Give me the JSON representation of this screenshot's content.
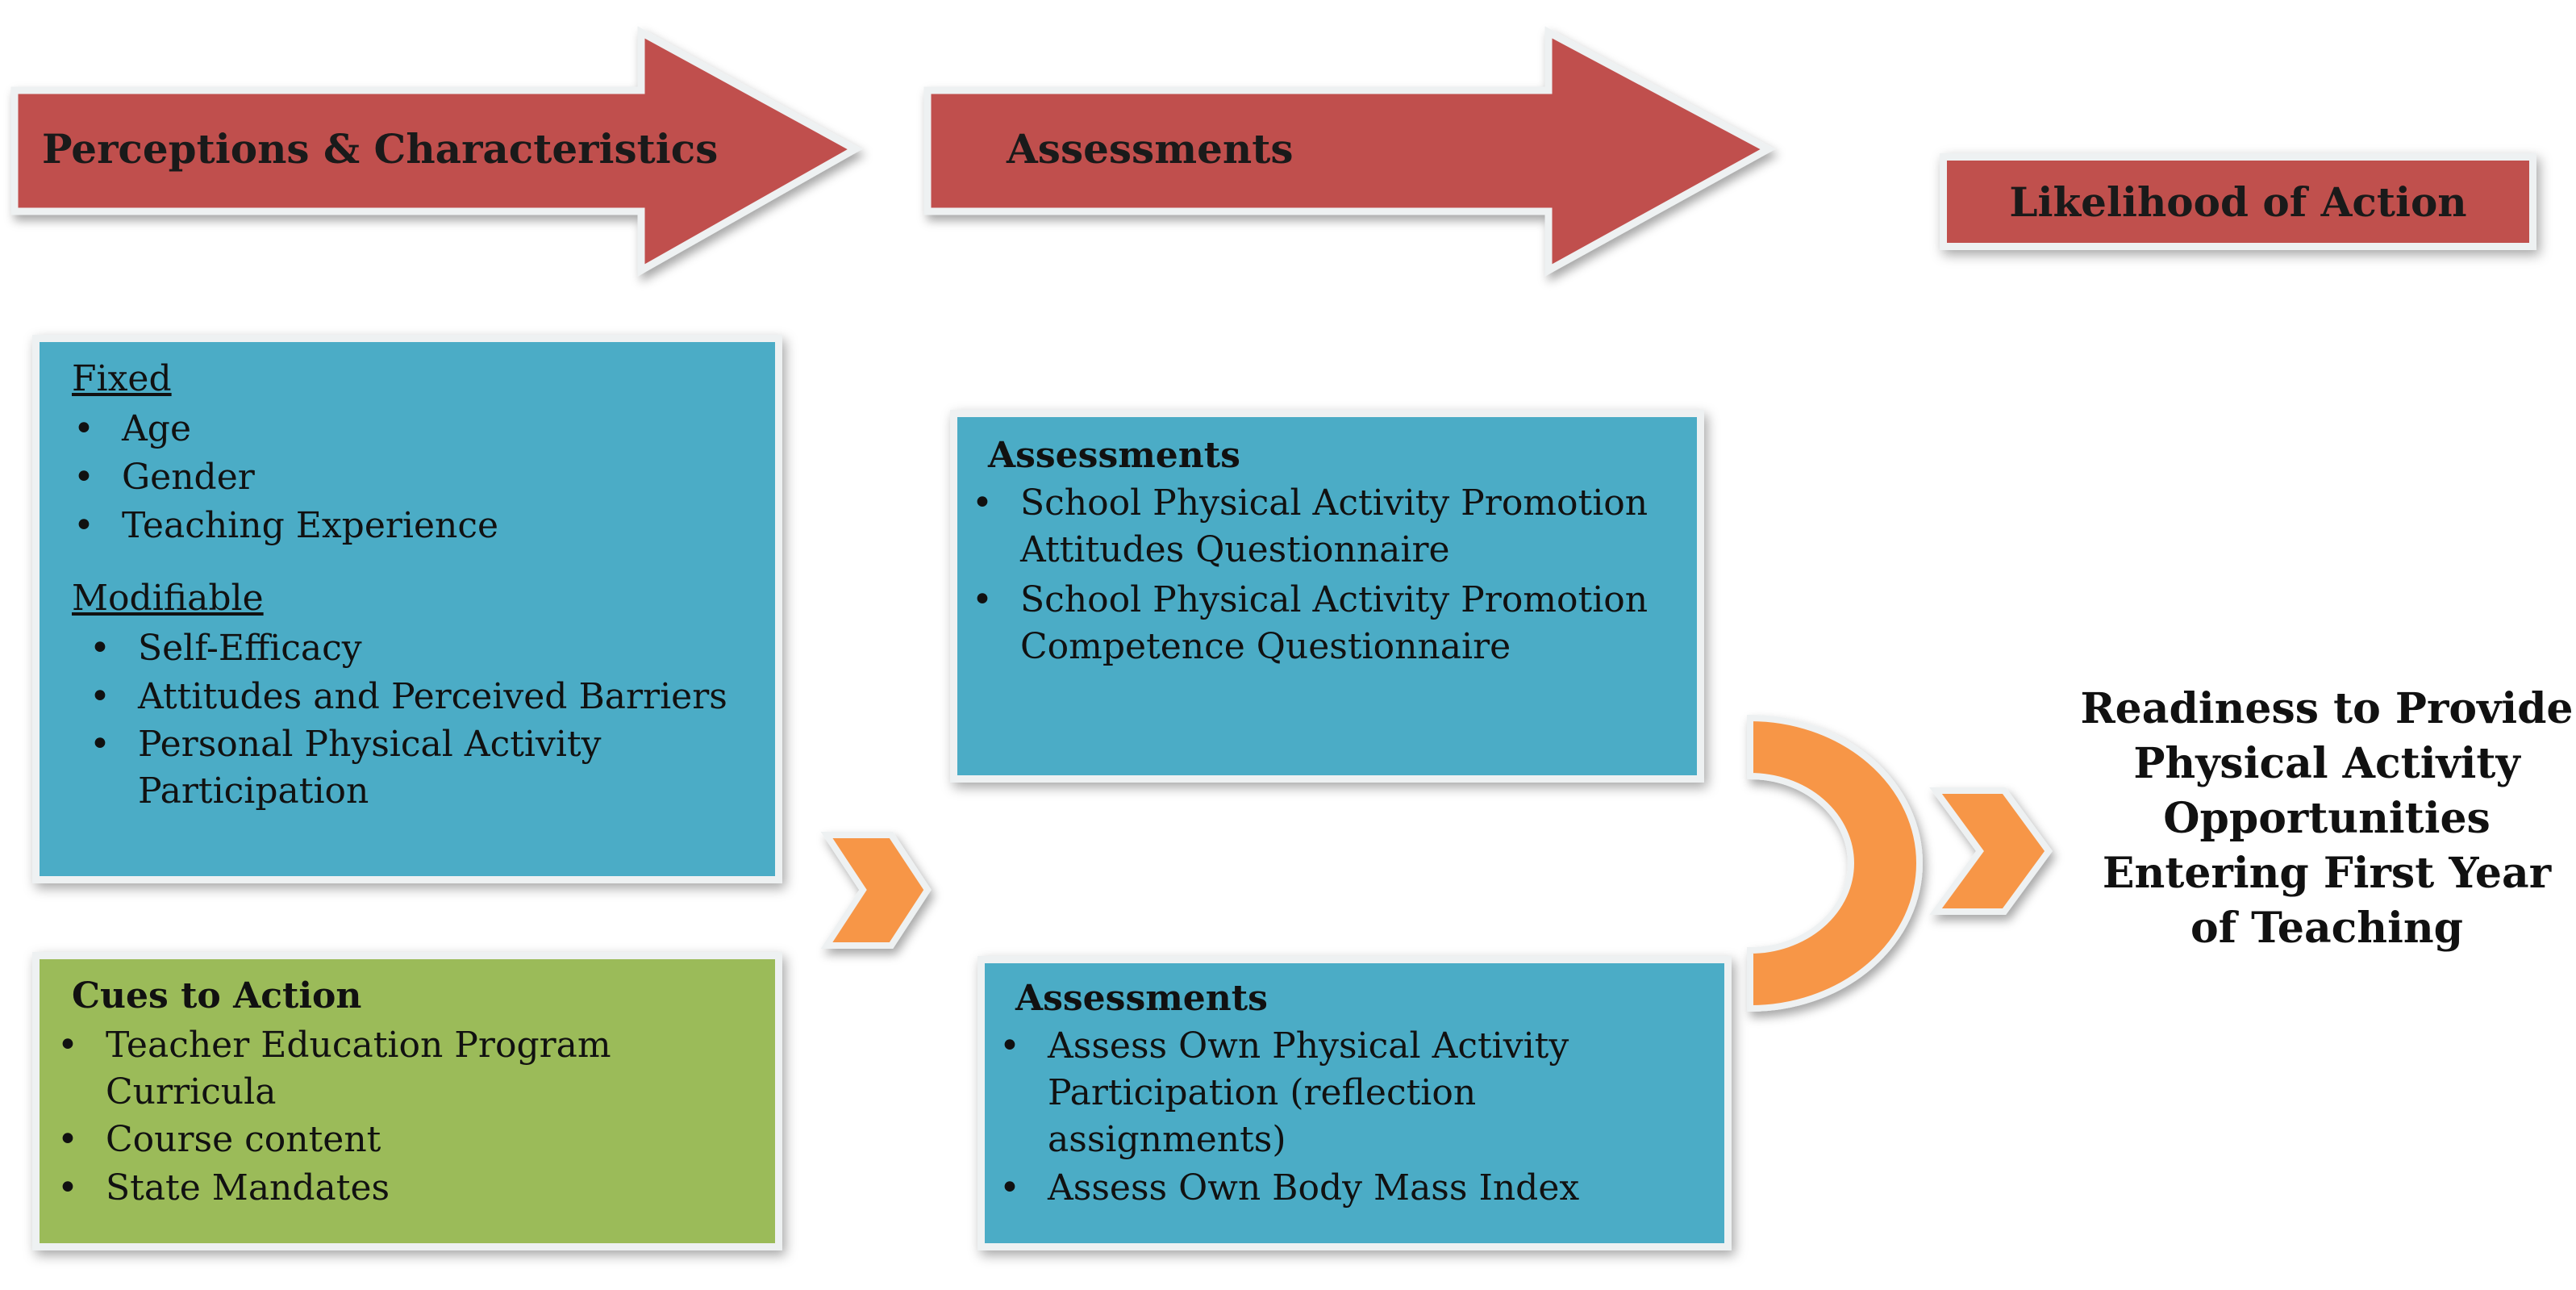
{
  "header": {
    "perceptions_label": "Perceptions & Characteristics",
    "assessments_label": "Assessments",
    "likelihood_label": "Likelihood of Action"
  },
  "perceptions_box": {
    "fixed_title": "Fixed",
    "fixed_items": [
      "Age",
      "Gender",
      "Teaching Experience"
    ],
    "modifiable_title": "Modifiable",
    "modifiable_items": [
      "Self-Efficacy",
      "Attitudes and Perceived Barriers",
      "Personal Physical Activity Participation"
    ]
  },
  "cues_box": {
    "title": "Cues to Action",
    "items": [
      "Teacher Education Program Curricula",
      "Course content",
      "State Mandates"
    ]
  },
  "assessment_box_1": {
    "title": "Assessments",
    "items": [
      "School Physical Activity Promotion Attitudes Questionnaire",
      "School Physical Activity Promotion Competence Questionnaire"
    ]
  },
  "assessment_box_2": {
    "title": "Assessments",
    "items": [
      "Assess Own Physical Activity Participation (reflection assignments)",
      "Assess Own Body Mass Index"
    ]
  },
  "outcome": {
    "text": "Readiness to Provide Physical Activity Opportunities Entering First Year of Teaching"
  },
  "colors": {
    "header_red": "#c0504d",
    "box_blue": "#4bacc6",
    "box_green": "#9bbb59",
    "connector_orange": "#f79646"
  }
}
